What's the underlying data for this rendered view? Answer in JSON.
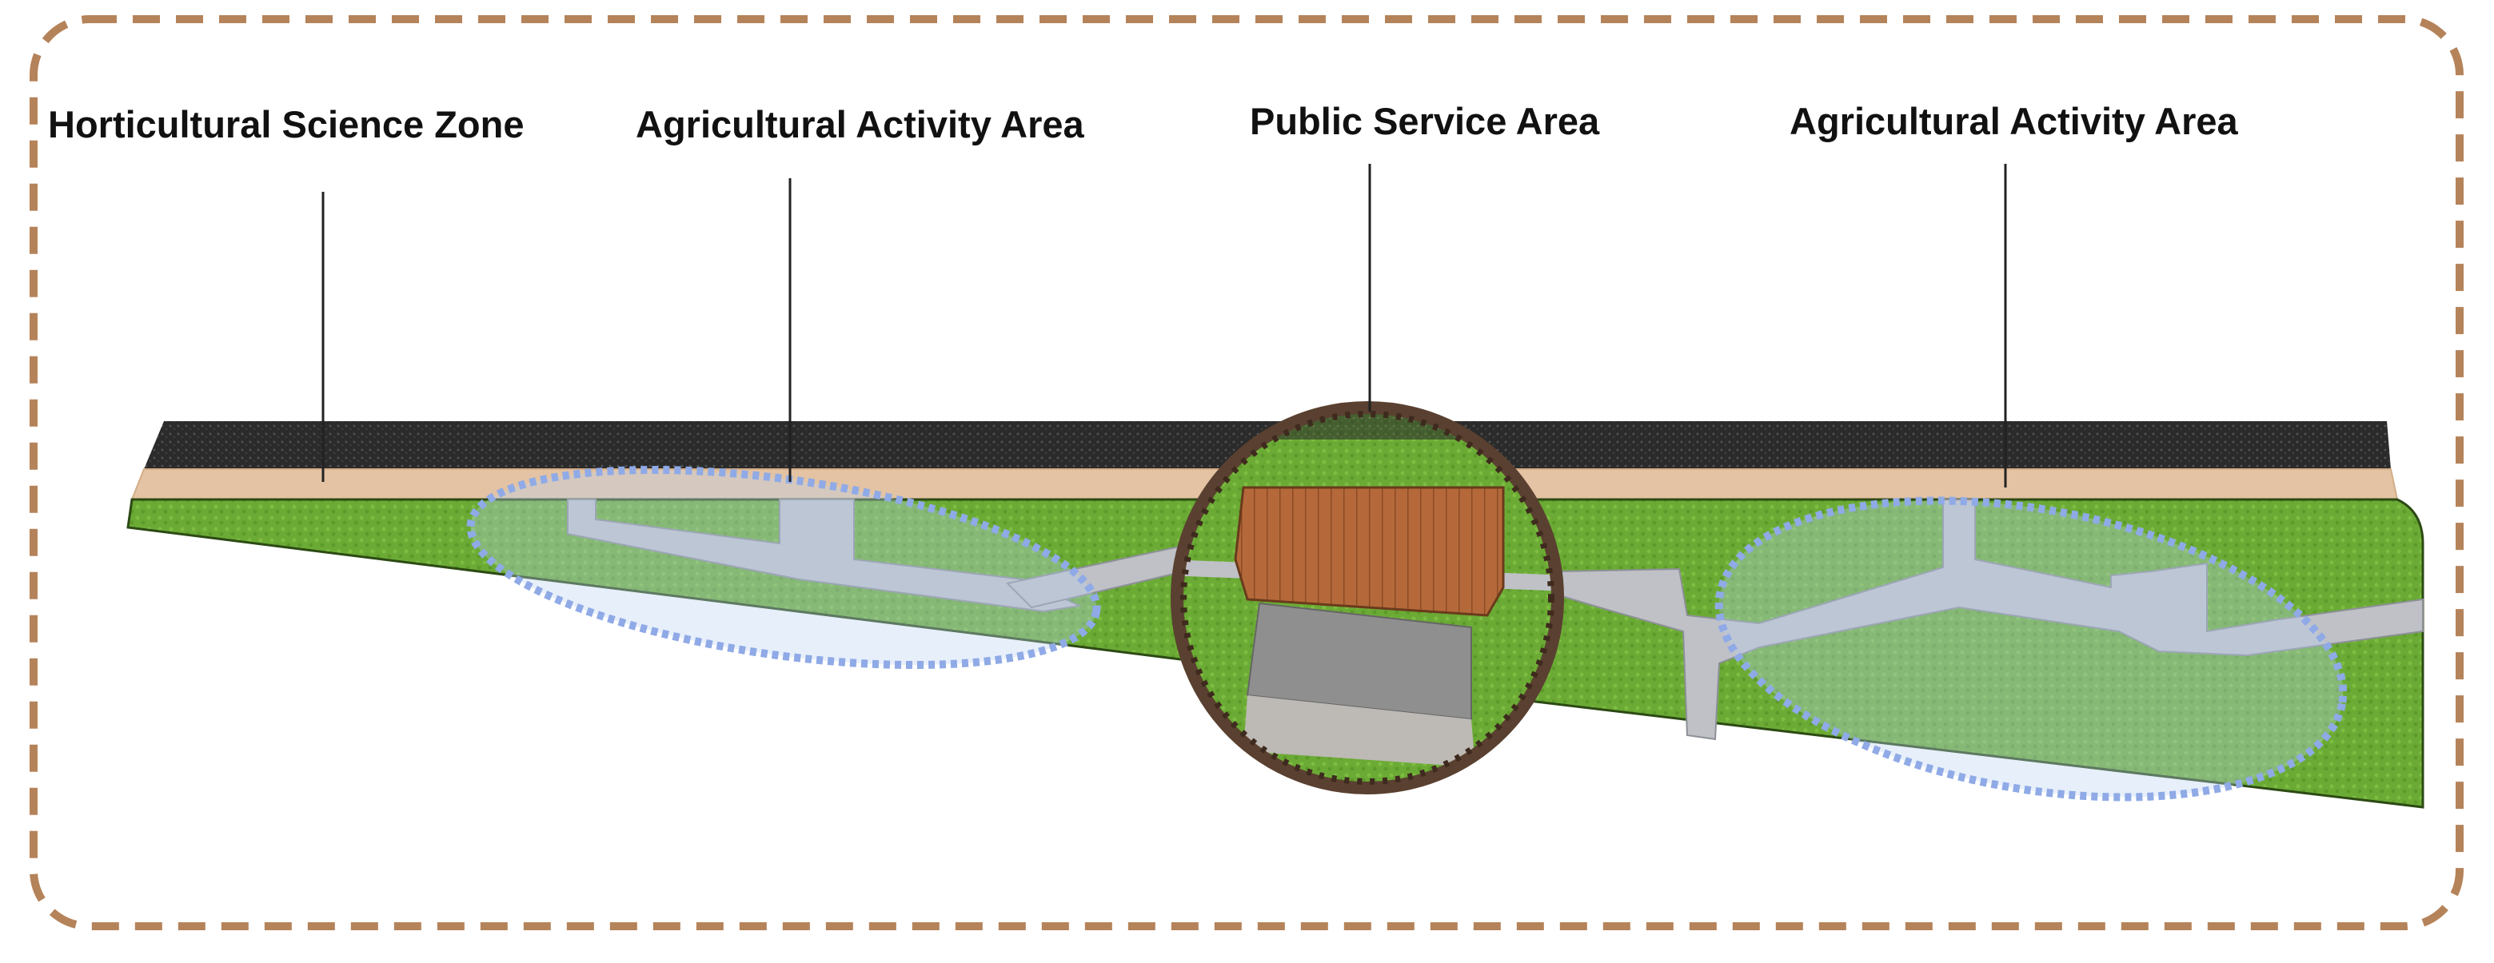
{
  "labels": {
    "horticultural_science_zone": "Horticultural Science Zone",
    "agricultural_activity_area_left": "Agricultural Activity Area",
    "public_service_area": "Public Service Area",
    "agricultural_activity_area_right": "Agricultural Activity Area"
  },
  "colors": {
    "frame_border": "#b5835a",
    "road_asphalt": "#2b2b2b",
    "sidewalk": "#e3c3a3",
    "lawn": "#6bab35",
    "lawn_dark": "#4d8a21",
    "path": "#bfc1c7",
    "building_roof": "#b5693a",
    "plaza": "#8f8f8f",
    "activity_ellipse": "#8faae6",
    "public_circle": "#5a4030",
    "leader_line": "#222222"
  },
  "icons": {
    "frame": "dashed-rounded-frame",
    "activity_marker": "dashed-ellipse",
    "service_marker": "dashed-circle"
  }
}
